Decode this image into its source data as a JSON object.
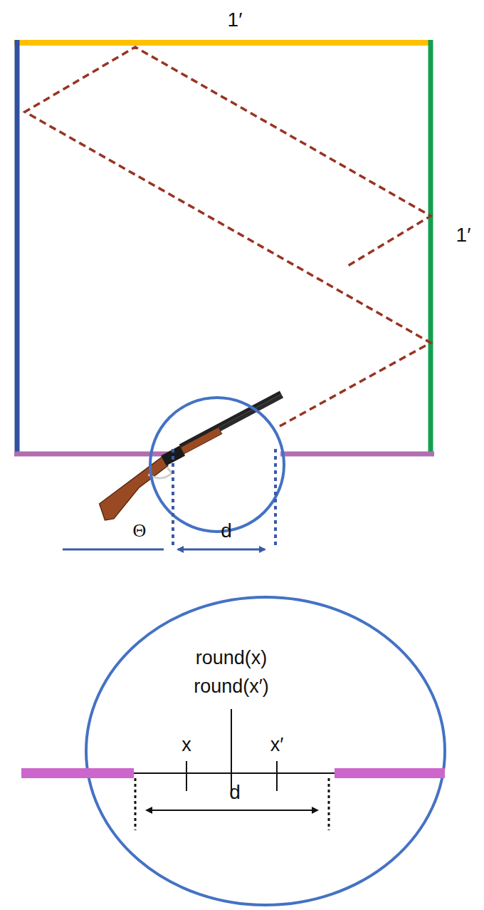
{
  "diagram": {
    "labels": [
      "1′",
      "1′",
      "Θ",
      "d",
      "round(x)",
      "round(x′)",
      "x",
      "x′",
      "d"
    ]
  }
}
